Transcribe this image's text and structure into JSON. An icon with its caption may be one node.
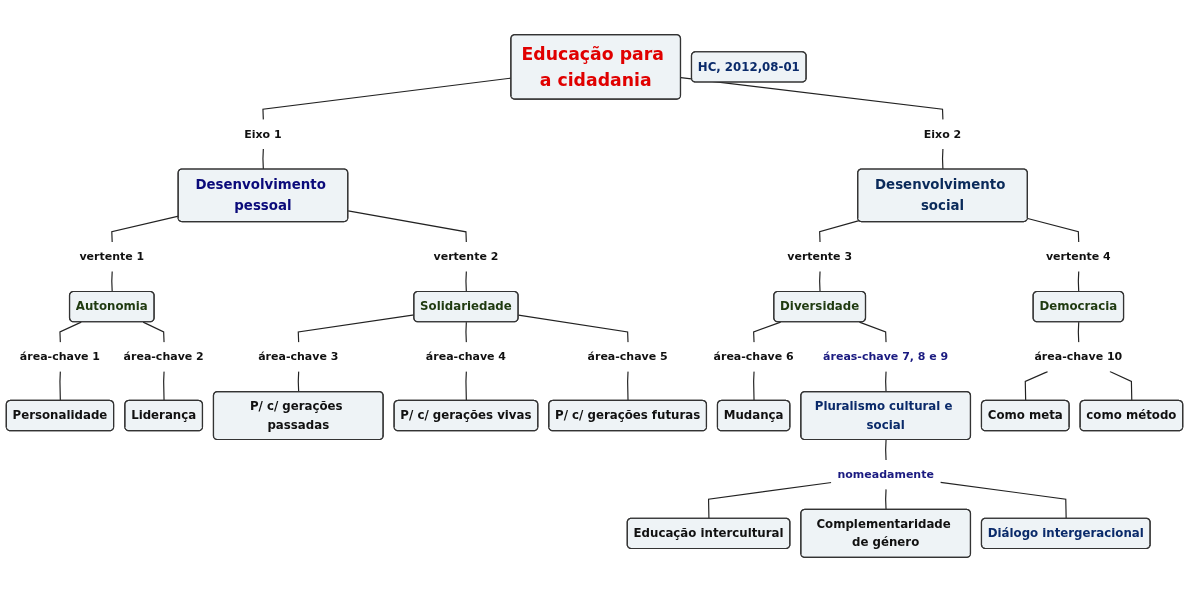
{
  "diagram": {
    "nodes": [
      {
        "text": [
          "Educação para a cidadania"
        ]
      },
      {
        "text": [
          "Eixo 1"
        ]
      },
      {
        "text": [
          "Eixo 2"
        ]
      },
      {
        "text": [
          "Desenvolvimento pessoal"
        ]
      },
      {
        "text": [
          "Desenvolvimento social"
        ]
      },
      {
        "text": [
          "vertente 1"
        ]
      },
      {
        "text": [
          "vertente 2"
        ]
      },
      {
        "text": [
          "vertente 3"
        ]
      },
      {
        "text": [
          "vertente 4"
        ]
      },
      {
        "text": [
          "Autonomia"
        ]
      },
      {
        "text": [
          "Solidariedade"
        ]
      },
      {
        "text": [
          "Diversidade"
        ]
      },
      {
        "text": [
          "Democracia"
        ]
      },
      {
        "text": [
          "área-chave 1"
        ]
      },
      {
        "text": [
          "área-chave 2"
        ]
      },
      {
        "text": [
          "área-chave 3"
        ]
      },
      {
        "text": [
          "área-chave 4"
        ]
      },
      {
        "text": [
          "área-chave 5"
        ]
      },
      {
        "text": [
          "área-chave 6"
        ]
      },
      {
        "text": [
          "áreas-chave 7, 8 e 9"
        ]
      },
      {
        "text": [
          "área-chave 10"
        ]
      },
      {
        "text": [
          "Personalidade"
        ]
      },
      {
        "text": [
          "Liderança"
        ]
      },
      {
        "text": [
          "P/ c/ gerações passadas"
        ]
      },
      {
        "text": [
          "P/ c/ gerações vivas"
        ]
      },
      {
        "text": [
          "P/ c/ gerações futuras"
        ]
      },
      {
        "text": [
          "Mudança"
        ]
      },
      {
        "text": [
          "Pluralismo cultural e social"
        ]
      },
      {
        "text": [
          "Como meta"
        ]
      },
      {
        "text": [
          "como método"
        ]
      },
      {
        "text": [
          "nomeadamente"
        ]
      },
      {
        "text": [
          "Educação intercultural"
        ]
      },
      {
        "text": [
          "Complementaridade de género"
        ]
      },
      {
        "text": [
          "Diálogo intergeracional"
        ]
      },
      {
        "text": [
          "HC, 2012,08-01"
        ]
      }
    ],
    "edges": [
      {
        "from": 0,
        "to": 1,
        "arrow": "none"
      },
      {
        "from": 0,
        "to": 2,
        "arrow": "none"
      },
      {
        "from": 1,
        "to": 3,
        "arrow": "none"
      },
      {
        "from": 2,
        "to": 4,
        "arrow": "none"
      },
      {
        "from": 3,
        "to": 5,
        "arrow": "none"
      },
      {
        "from": 3,
        "to": 6,
        "arrow": "none"
      },
      {
        "from": 4,
        "to": 7,
        "arrow": "none"
      },
      {
        "from": 4,
        "to": 8,
        "arrow": "none"
      },
      {
        "from": 5,
        "to": 9,
        "arrow": "none"
      },
      {
        "from": 6,
        "to": 10,
        "arrow": "none"
      },
      {
        "from": 7,
        "to": 11,
        "arrow": "none"
      },
      {
        "from": 8,
        "to": 12,
        "arrow": "none"
      },
      {
        "from": 9,
        "to": 13,
        "arrow": "none"
      },
      {
        "from": 9,
        "to": 14,
        "arrow": "none"
      },
      {
        "from": 10,
        "to": 15,
        "arrow": "none"
      },
      {
        "from": 10,
        "to": 16,
        "arrow": "none"
      },
      {
        "from": 10,
        "to": 17,
        "arrow": "none"
      },
      {
        "from": 11,
        "to": 18,
        "arrow": "none"
      },
      {
        "from": 11,
        "to": 19,
        "arrow": "none"
      },
      {
        "from": 12,
        "to": 20,
        "arrow": "none"
      },
      {
        "from": 13,
        "to": 21,
        "arrow": "none"
      },
      {
        "from": 14,
        "to": 22,
        "arrow": "none"
      },
      {
        "from": 15,
        "to": 23,
        "arrow": "none"
      },
      {
        "from": 16,
        "to": 24,
        "arrow": "none"
      },
      {
        "from": 17,
        "to": 25,
        "arrow": "none"
      },
      {
        "from": 18,
        "to": 26,
        "arrow": "none"
      },
      {
        "from": 19,
        "to": 27,
        "arrow": "none"
      },
      {
        "from": 20,
        "to": 28,
        "arrow": "none"
      },
      {
        "from": 20,
        "to": 29,
        "arrow": "none"
      },
      {
        "from": 27,
        "to": 30,
        "arrow": "none"
      },
      {
        "from": 30,
        "to": 31,
        "arrow": "none"
      },
      {
        "from": 30,
        "to": 32,
        "arrow": "none"
      },
      {
        "from": 30,
        "to": 33,
        "arrow": "none"
      }
    ]
  }
}
